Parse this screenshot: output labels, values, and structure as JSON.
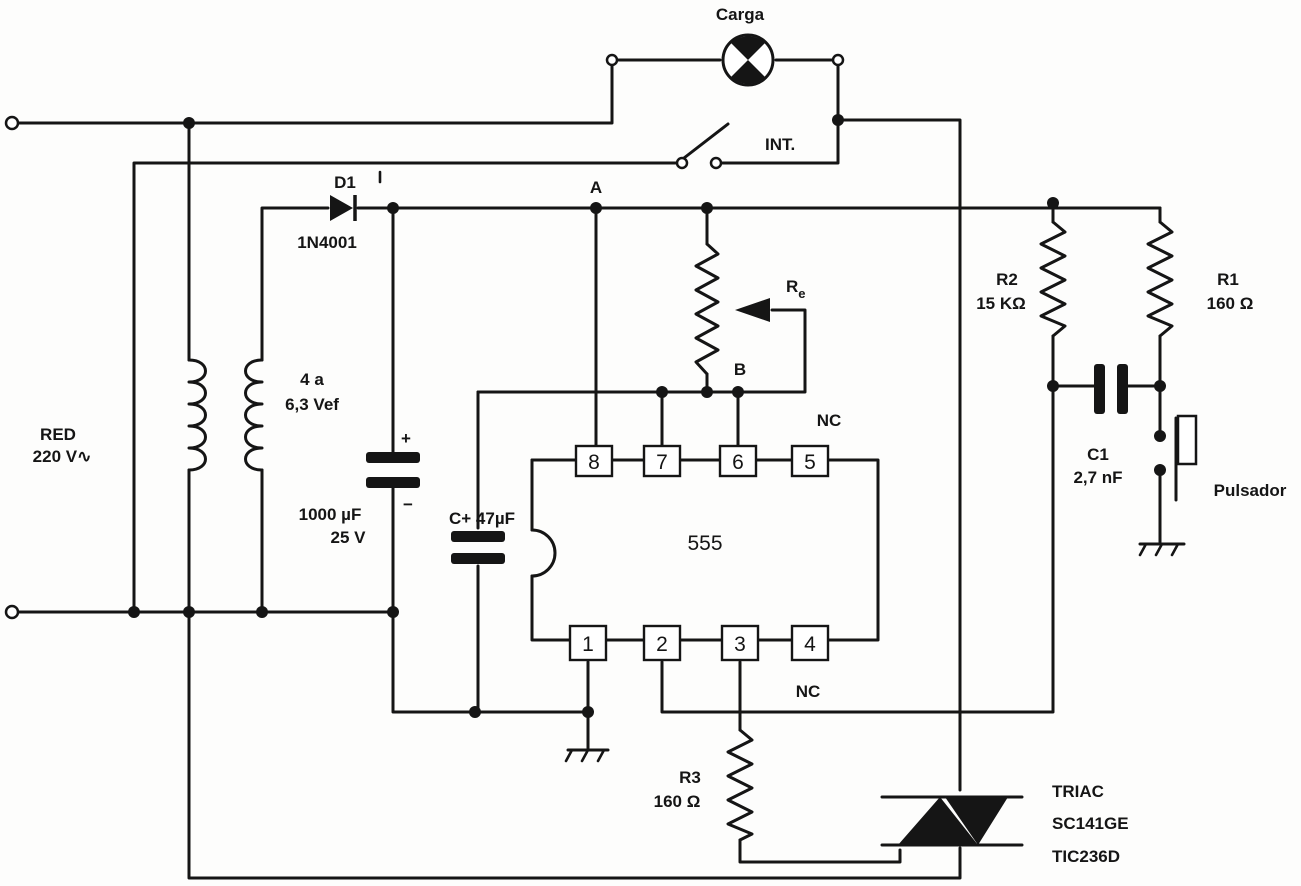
{
  "labels": {
    "carga": "Carga",
    "int": "INT.",
    "d1": "D1",
    "d1_part": "1N4001",
    "node_a": "A",
    "node_b": "B",
    "re": "R",
    "re_sub": "e",
    "nc_top": "NC",
    "nc_bottom": "NC",
    "transformer_l1": "4 a",
    "transformer_l2": "6,3 Vef",
    "red_l1": "RED",
    "red_l2": "220 V∿",
    "cap_main_l1": "1000 µF",
    "cap_main_l2": "25 V",
    "cap_plus": "+",
    "cap_minus": "−",
    "ct": "C+ 47µF",
    "ic": "555",
    "r2_name": "R2",
    "r2_value": "15 KΩ",
    "r1_name": "R1",
    "r1_value": "160 Ω",
    "c1_name": "C1",
    "c1_value": "2,7 nF",
    "pulsador": "Pulsador",
    "r3_name": "R3",
    "r3_value": "160 Ω",
    "triac_l1": "TRIAC",
    "triac_l2": "SC141GE",
    "triac_l3": "TIC236D"
  },
  "pins": {
    "p1": "1",
    "p2": "2",
    "p3": "3",
    "p4": "4",
    "p5": "5",
    "p6": "6",
    "p7": "7",
    "p8": "8"
  }
}
